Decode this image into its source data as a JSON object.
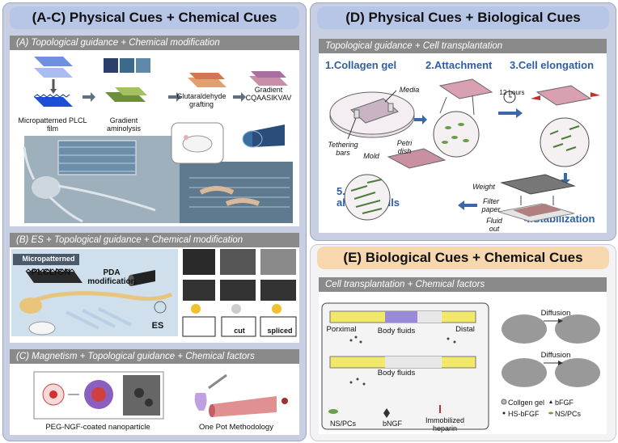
{
  "panel_ac": {
    "title": "(A-C)  Physical Cues +  Chemical Cues"
  },
  "section_a": {
    "title": "(A) Topological guidance + Chemical modification",
    "labels": [
      "Micropatterned PLCL film",
      "Gradient aminolysis",
      "Glutaraldehyde grafting",
      "Gradient CQAASIKVAV"
    ]
  },
  "section_b": {
    "title": "(B) ES + Topological guidance + Chemical modification",
    "micropatterned": "Micropatterned",
    "plcl_gn": "PLCL/GN",
    "pda": "PDA modification",
    "es": "ES",
    "cut": "cut",
    "spliced": "spliced"
  },
  "section_c": {
    "title": "(C) Magnetism + Topological guidance + Chemical factors",
    "nanoparticle": "PEG-NGF-coated nanoparticle",
    "one_pot": "One Pot Methodology"
  },
  "panel_d": {
    "title": "(D)  Physical Cues + Biological Cues",
    "section_title": "Topological guidance + Cell transplantation",
    "steps": [
      "1.Collagen gel",
      "2.Attachment",
      "3.Cell elongation",
      "4.Stabilization",
      "5.Highly aligned cells"
    ],
    "media": "Media",
    "tethering_bars": "Tethering bars",
    "mold": "Mold",
    "petri_dish": "Petri dish",
    "hours": "12 hours",
    "weight": "Weight",
    "filter_paper": "Filter paper",
    "fluid_out": "Fluid out"
  },
  "panel_e": {
    "title": "(E)  Biological Cues + Chemical Cues",
    "section_title": "Cell transplantation + Chemical factors",
    "porximal": "Porximal",
    "body_fluids": "Body fluids",
    "distal": "Distal",
    "diffusion": "Diffusion",
    "legend_left": [
      "NS/PCs",
      "bNGF",
      "Immobilized heparin"
    ],
    "legend_right": [
      "Collgen gel",
      "bFGF",
      "HS-bFGF",
      "NS/PCs"
    ]
  }
}
